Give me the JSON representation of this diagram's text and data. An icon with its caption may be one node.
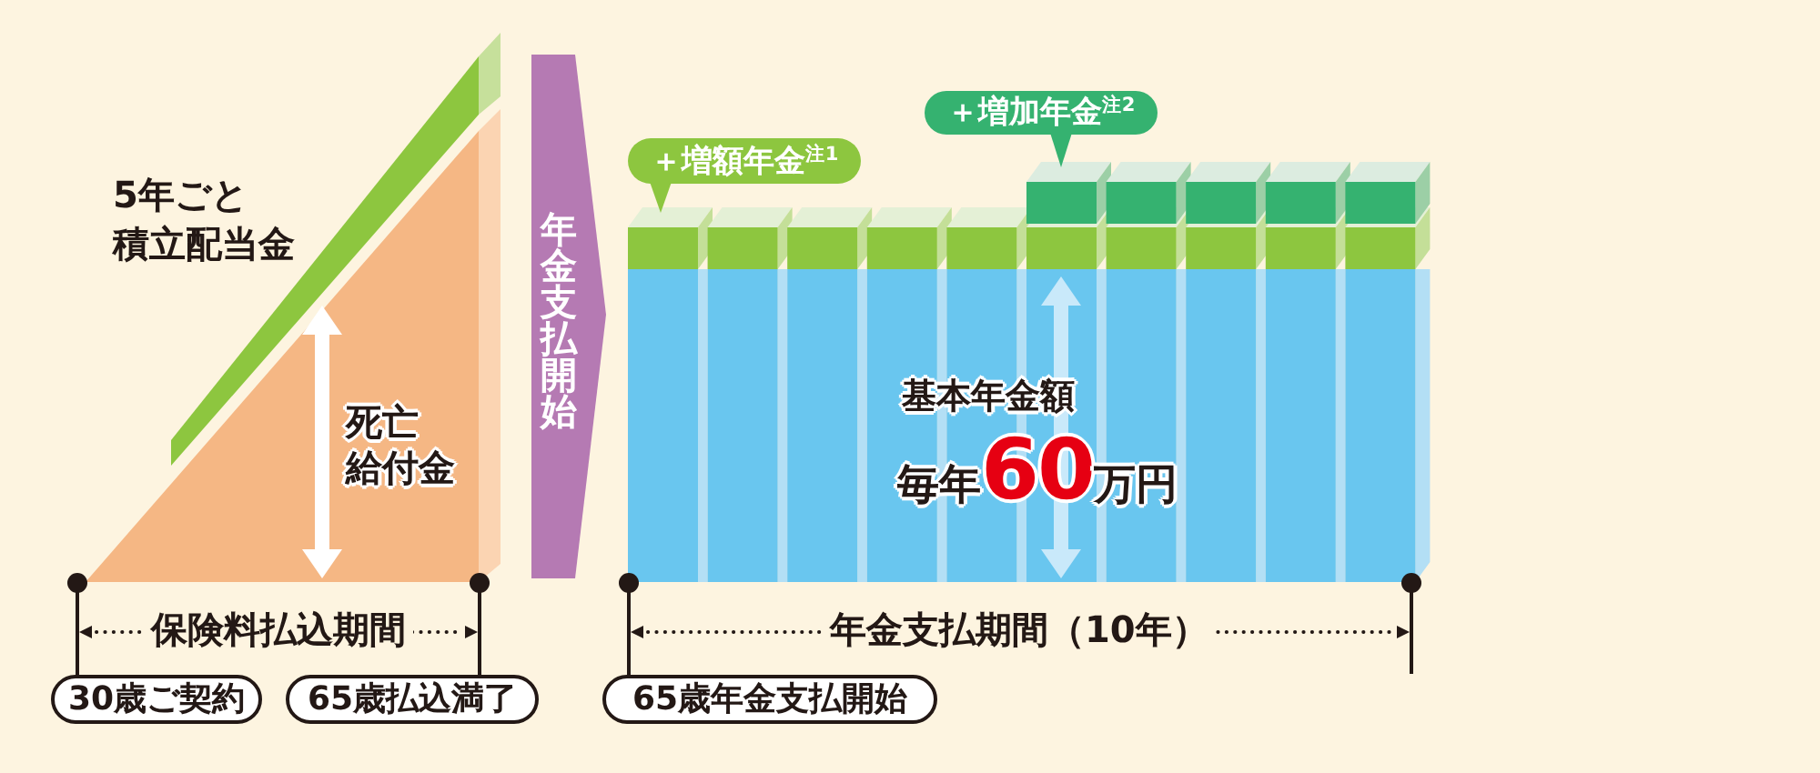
{
  "diagram": {
    "nodes": [
      {
        "text": [
          "死亡給付金"
        ]
      },
      {
        "text": [
          "年金支払開始"
        ]
      },
      {
        "text": [
          "＋増額年金$^{注1}$"
        ]
      },
      {
        "text": [
          "＋増加年金$^{注2}$"
        ]
      },
      {
        "text": [
          "基本年金額",
          "毎年**60**万円"
        ]
      },
      {
        "text": [
          "30歳ご契約"
        ]
      },
      {
        "text": [
          "65歳払込満了"
        ]
      },
      {
        "text": [
          "65歳年金支払開始"
        ]
      }
    ],
    "labels": [
      "5年ごと積立配当金",
      "保険料払込期間",
      "年金支払期間（10年）"
    ]
  }
}
